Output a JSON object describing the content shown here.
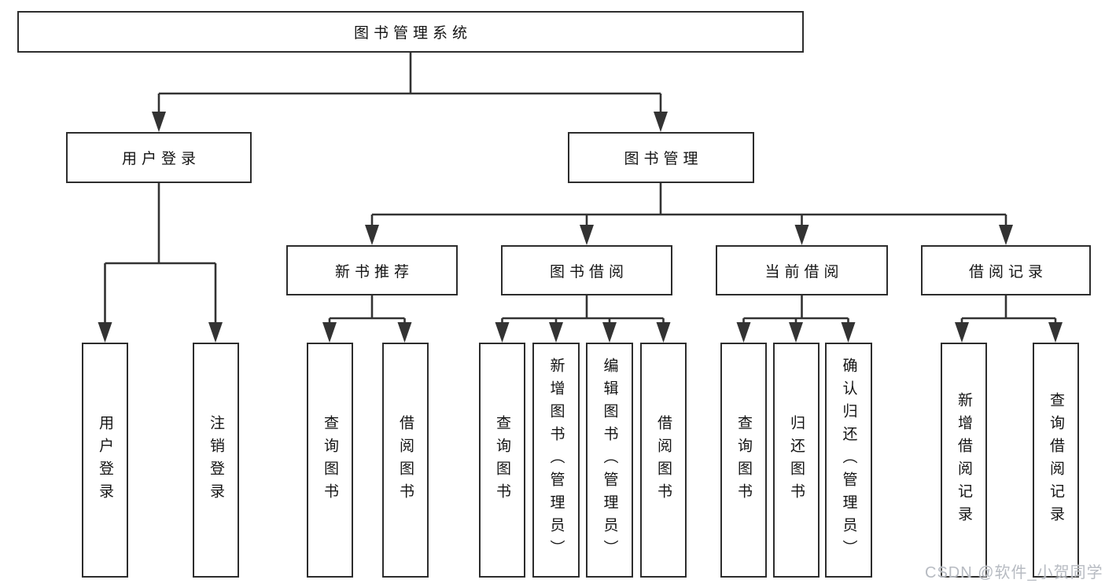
{
  "page": {
    "watermark": "CSDN @软件_小贺同学"
  },
  "colors": {
    "background": "#ffffff",
    "box_fill": "#ffffff",
    "box_border": "#2d2d2d",
    "connector_line": "#333333",
    "text": "#141414",
    "watermark_text": "#b7bbc2"
  },
  "tree": {
    "root": {
      "label": "图书管理系统",
      "children": [
        {
          "label": "用户登录",
          "children": [
            {
              "label": "用户登录"
            },
            {
              "label": "注销登录"
            }
          ]
        },
        {
          "label": "图书管理",
          "children": [
            {
              "label": "新书推荐",
              "children": [
                {
                  "label": "查询图书"
                },
                {
                  "label": "借阅图书"
                }
              ]
            },
            {
              "label": "图书借阅",
              "children": [
                {
                  "label": "查询图书"
                },
                {
                  "label": "新增图书（管理员）"
                },
                {
                  "label": "编辑图书（管理员）"
                },
                {
                  "label": "借阅图书"
                }
              ]
            },
            {
              "label": "当前借阅",
              "children": [
                {
                  "label": "查询图书"
                },
                {
                  "label": "归还图书"
                },
                {
                  "label": "确认归还（管理员）"
                }
              ]
            },
            {
              "label": "借阅记录",
              "children": [
                {
                  "label": "新增借阅记录"
                },
                {
                  "label": "查询借阅记录"
                }
              ]
            }
          ]
        }
      ]
    }
  }
}
